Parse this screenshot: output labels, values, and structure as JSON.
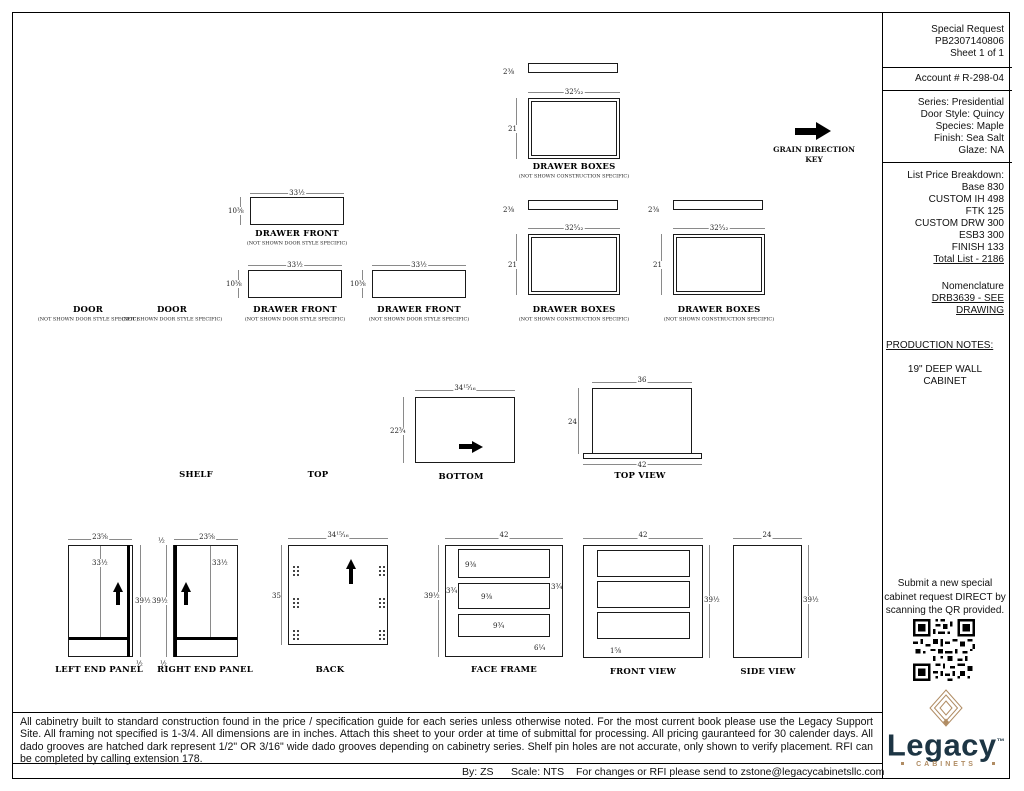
{
  "brand": {
    "accent": "#b08c63",
    "navy": "#1d3544"
  },
  "titleblock": {
    "special_request": [
      "Special Request",
      "PB2307140806",
      "Sheet 1 of 1"
    ],
    "account": "Account # R-298-04",
    "specs": [
      "Series: Presidential",
      "Door Style: Quincy",
      "Species: Maple",
      "Finish: Sea Salt",
      "Glaze: NA"
    ],
    "price": {
      "title": "List Price Breakdown:",
      "items": [
        "Base 830",
        "CUSTOM IH 498",
        "FTK 125",
        "CUSTOM DRW 300",
        "ESB3 300",
        "FINISH 133"
      ],
      "total": "Total List - 2186"
    },
    "nomenclature": [
      "Nomenclature",
      "DRB3639 - SEE",
      "DRAWING"
    ],
    "production_notes_title": "PRODUCTION NOTES:",
    "production_note": [
      "19\" DEEP WALL",
      "CABINET"
    ],
    "qr_note": [
      "Submit a new special",
      "cabinet request DIRECT by",
      "scanning the QR provided."
    ],
    "logo": {
      "wordmark": "Legacy",
      "tm": "™",
      "sub": "CABINETS"
    }
  },
  "grain_key": {
    "line1": "GRAIN DIRECTION",
    "line2": "KEY"
  },
  "drawings": {
    "drawer_boxes": [
      {
        "title": "DRAWER BOXES",
        "subtitle": "(NOT SHOWN CONSTRUCTION SPECIFIC)",
        "strip_h": "2⅜",
        "w": "32⁵⁄₃₂",
        "h": "21"
      },
      {
        "title": "DRAWER BOXES",
        "subtitle": "(NOT SHOWN CONSTRUCTION SPECIFIC)",
        "strip_h": "2⅜",
        "w": "32⁵⁄₃₂",
        "h": "21"
      },
      {
        "title": "DRAWER BOXES",
        "subtitle": "(NOT SHOWN CONSTRUCTION SPECIFIC)",
        "strip_h": "2⅜",
        "w": "32⁵⁄₃₂",
        "h": "21"
      }
    ],
    "drawer_fronts": [
      {
        "title": "DRAWER FRONT",
        "subtitle": "(NOT SHOWN DOOR STYLE SPECIFIC)",
        "w": "33½",
        "h": "10⅜"
      },
      {
        "title": "DRAWER FRONT",
        "subtitle": "(NOT SHOWN DOOR STYLE SPECIFIC)",
        "w": "33½",
        "h": "10⅜"
      },
      {
        "title": "DRAWER FRONT",
        "subtitle": "(NOT SHOWN DOOR STYLE SPECIFIC)",
        "w": "33½",
        "h": "10⅜"
      }
    ],
    "doors": [
      {
        "title": "DOOR",
        "subtitle": "(NOT SHOWN DOOR STYLE SPECIFIC)"
      },
      {
        "title": "DOOR",
        "subtitle": "(NOT SHOWN DOOR STYLE SPECIFIC)"
      }
    ],
    "shelf": {
      "title": "SHELF"
    },
    "top": {
      "title": "TOP"
    },
    "bottom": {
      "title": "BOTTOM",
      "w": "34¹⁵⁄₁₆",
      "h": "22¾"
    },
    "top_view": {
      "title": "TOP VIEW",
      "w_top": "36",
      "h": "24",
      "w_bottom": "42"
    },
    "left_end_panel": {
      "title": "LEFT END PANEL",
      "w": "23⅝",
      "inner_h": "33½",
      "h": "39½",
      "dado": "½"
    },
    "right_end_panel": {
      "title": "RIGHT END PANEL",
      "w": "23⅝",
      "inner_h": "33½",
      "h": "39½",
      "dado_top": "½",
      "dado_bottom": "½"
    },
    "back": {
      "title": "BACK",
      "w": "34¹⁵⁄₁₆",
      "h": "35"
    },
    "face_frame": {
      "title": "FACE FRAME",
      "w": "42",
      "h": "39½",
      "open1": "9⅜",
      "open2": "9⅜",
      "open3": "9¾",
      "stile_l": "3¾",
      "stile_r": "3¾",
      "rail_b": "6¼"
    },
    "front_view": {
      "title": "FRONT VIEW",
      "w": "42",
      "h": "39½",
      "b": "1⅝"
    },
    "side_view": {
      "title": "SIDE VIEW",
      "w": "24",
      "h": "39½"
    }
  },
  "footer": {
    "paragraph": "All cabinetry built to standard construction found in the price / specification guide for each series unless otherwise noted. For the most current book please use the Legacy Support Site. All framing not specified is 1-3/4. All dimensions are in inches. Attach this sheet to your order at time of submittal for processing. All pricing gauranteed for 30 calender days. All dado grooves are hatched dark represent 1/2\" OR 3/16\" wide dado grooves depending on cabinetry series. Shelf pin holes are not accurate, only shown to verify placement. RFI can be completed by calling extension 178.",
    "by": "By: ZS",
    "scale": "Scale: NTS",
    "contact": "For changes or RFI please send to zstone@legacycabinetsllc.com"
  }
}
